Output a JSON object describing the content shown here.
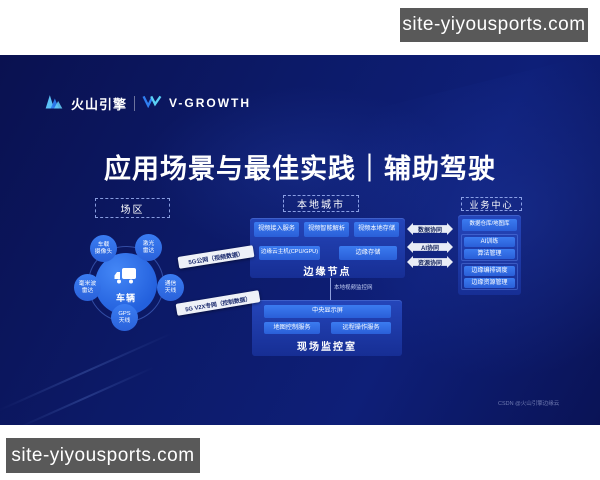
{
  "watermark": "site-yiyousports.com",
  "brand": {
    "volcano": "火山引擎",
    "product": "V-GROWTH"
  },
  "title": "应用场景与最佳实践｜辅助驾驶",
  "diagram": {
    "zone_label": "场区",
    "vehicle_label": "车辆",
    "satellites": [
      "车载\n摄像头",
      "激光\n雷达",
      "毫米波\n雷达",
      "通信\n天线",
      "GPS\n天线"
    ],
    "links": [
      "5G公网（视频数据）",
      "5G V2X专网（控制数据）"
    ],
    "local_city_label": "本地城市",
    "edge": {
      "row1": [
        "视频接入服务",
        "视频智能解析",
        "视频本地存储"
      ],
      "row2": [
        "边缘云主机(CPU/GPU)",
        "边缘存储"
      ],
      "name": "边缘节点"
    },
    "connector_label": "本地视频监控网",
    "monitor": {
      "row1": [
        "中央显示屏"
      ],
      "row2": [
        "地图控制服务",
        "远程操作服务"
      ],
      "name": "现场监控室"
    },
    "sync": [
      "数据协同",
      "AI协同",
      "资源协同"
    ],
    "business_label": "业务中心",
    "business": {
      "items": [
        "数据仓库/地图库",
        "AI训练",
        "算法管理",
        "边缘编排调度",
        "边缘资源管理"
      ]
    }
  },
  "credit": "CSDN @火山引擎边缘云",
  "colors": {
    "slide_bg": "#0c1a68",
    "panel": "#1d3aa6",
    "accent": "#2e6cec",
    "watermark_bg": "#595959"
  }
}
